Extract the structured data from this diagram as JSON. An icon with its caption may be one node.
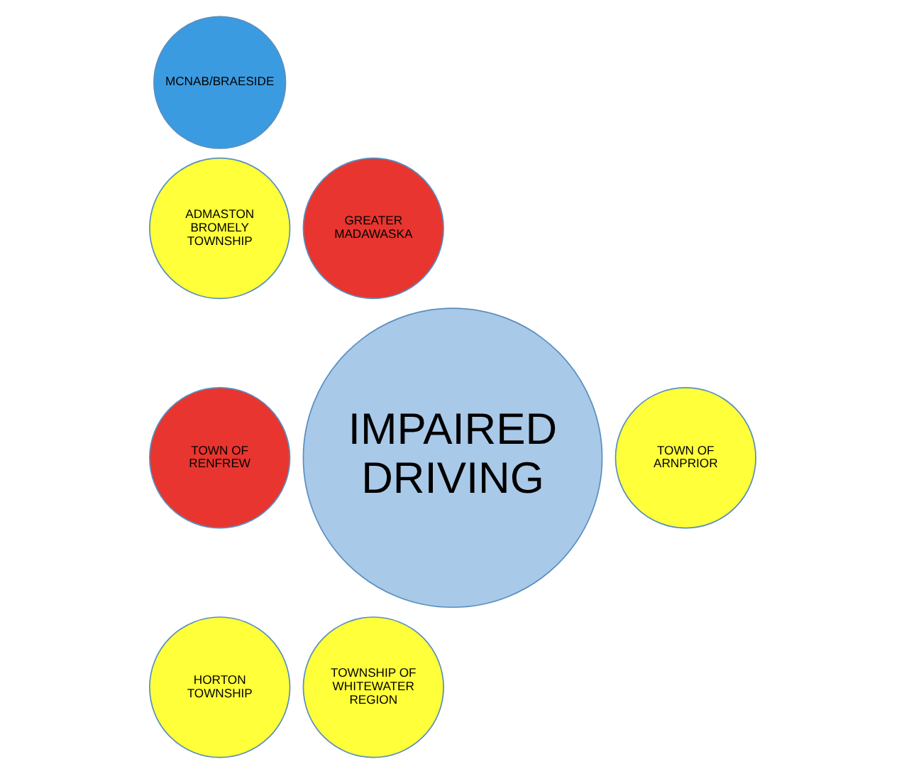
{
  "diagram": {
    "nodes": [
      {
        "text": [
          "MCNAB/BRAESIDE"
        ]
      },
      {
        "text": [
          "ADMASTON BROMELY TOWNSHIP"
        ]
      },
      {
        "text": [
          "GREATER MADAWASKA"
        ]
      },
      {
        "text": [
          "TOWN OF RENFREW"
        ]
      },
      {
        "text": [
          "IMPAIRED DRIVING"
        ]
      },
      {
        "text": [
          "TOWN OF ARNPRIOR"
        ]
      },
      {
        "text": [
          "HORTON TOWNSHIP"
        ]
      },
      {
        "text": [
          "TOWNSHIP OF WHITEWATER REGION"
        ]
      }
    ],
    "edges": []
  }
}
